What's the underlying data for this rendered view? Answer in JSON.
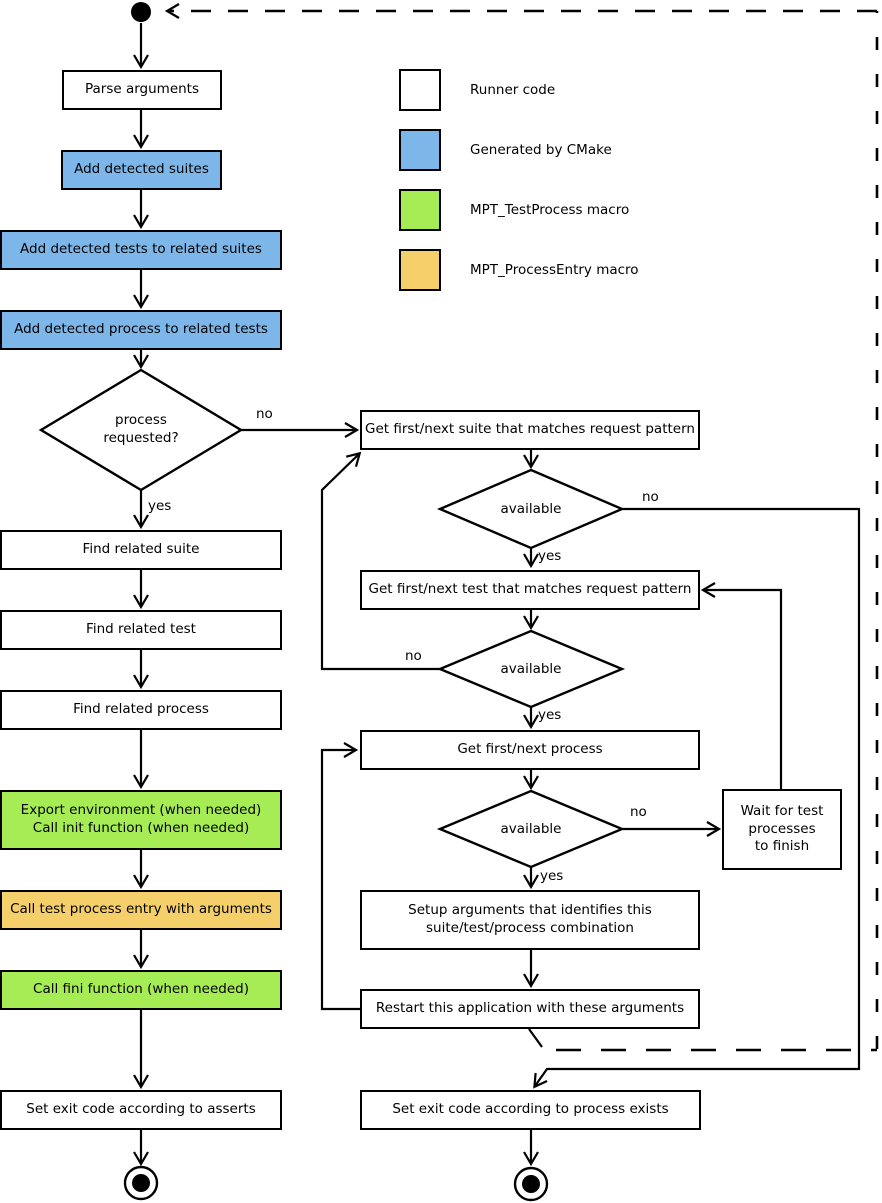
{
  "colors": {
    "runner": "#ffffff",
    "cmake": "#7db6e9",
    "test_process_macro": "#a6ec55",
    "process_entry_macro": "#f5cf6a",
    "line": "#000000"
  },
  "legend": {
    "items": [
      {
        "label": "Runner code",
        "color": "#ffffff"
      },
      {
        "label": "Generated by CMake",
        "color": "#7db6e9"
      },
      {
        "label": "MPT_TestProcess macro",
        "color": "#a6ec55"
      },
      {
        "label": "MPT_ProcessEntry macro",
        "color": "#f5cf6a"
      }
    ]
  },
  "nodes": {
    "parse_arguments": {
      "label": "Parse arguments",
      "color": "#ffffff"
    },
    "add_detected_suites": {
      "label": "Add detected suites",
      "color": "#7db6e9"
    },
    "add_detected_tests": {
      "label": "Add detected tests to related suites",
      "color": "#7db6e9"
    },
    "add_detected_process": {
      "label": "Add detected process to related tests",
      "color": "#7db6e9"
    },
    "find_related_suite": {
      "label": "Find related suite",
      "color": "#ffffff"
    },
    "find_related_test": {
      "label": "Find related test",
      "color": "#ffffff"
    },
    "find_related_process": {
      "label": "Find related process",
      "color": "#ffffff"
    },
    "export_env_call_init": {
      "label": "Export environment (when needed)\nCall init function (when needed)",
      "color": "#a6ec55"
    },
    "call_test_process_entry": {
      "label": "Call test process entry with arguments",
      "color": "#f5cf6a"
    },
    "call_fini": {
      "label": "Call fini function (when needed)",
      "color": "#a6ec55"
    },
    "set_exit_asserts": {
      "label": "Set exit code according to asserts",
      "color": "#ffffff"
    },
    "get_next_suite": {
      "label": "Get first/next suite that matches request pattern",
      "color": "#ffffff"
    },
    "get_next_test": {
      "label": "Get first/next test that matches request pattern",
      "color": "#ffffff"
    },
    "get_next_process": {
      "label": "Get first/next process",
      "color": "#ffffff"
    },
    "wait_for_processes": {
      "label": "Wait for test\nprocesses\nto finish",
      "color": "#ffffff"
    },
    "setup_arguments": {
      "label": "Setup arguments that identifies this\nsuite/test/process combination",
      "color": "#ffffff"
    },
    "restart_application": {
      "label": "Restart this application with these arguments",
      "color": "#ffffff"
    },
    "set_exit_process": {
      "label": "Set exit code according to process exists",
      "color": "#ffffff"
    }
  },
  "decisions": {
    "process_requested": {
      "label": "process\nrequested?"
    },
    "suite_available": {
      "label": "available"
    },
    "test_available": {
      "label": "available"
    },
    "process_available": {
      "label": "available"
    }
  },
  "edge_labels": {
    "process_requested_no": "no",
    "process_requested_yes": "yes",
    "suite_available_no": "no",
    "suite_available_yes": "yes",
    "test_available_no": "no",
    "test_available_yes": "yes",
    "process_available_no": "no",
    "process_available_yes": "yes"
  }
}
